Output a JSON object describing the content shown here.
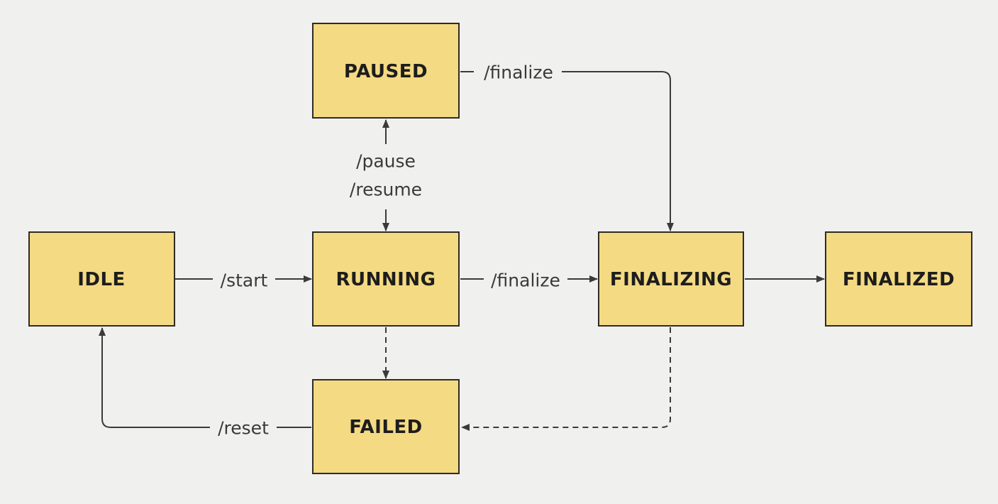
{
  "diagram": {
    "type": "state-machine",
    "colors": {
      "background": "#f0f0ee",
      "node_fill": "#f4da82",
      "node_border": "#2f2b26",
      "node_text": "#1d1d1d",
      "edge_line": "#3a3a3a",
      "edge_text": "#3a3a3a"
    },
    "states": [
      {
        "id": "paused",
        "label": "PAUSED"
      },
      {
        "id": "idle",
        "label": "IDLE"
      },
      {
        "id": "running",
        "label": "RUNNING"
      },
      {
        "id": "finalizing",
        "label": "FINALIZING"
      },
      {
        "id": "finalized",
        "label": "FINALIZED"
      },
      {
        "id": "failed",
        "label": "FAILED"
      }
    ],
    "transitions": [
      {
        "from": "IDLE",
        "to": "RUNNING",
        "label": "/start",
        "style": "solid"
      },
      {
        "from": "RUNNING",
        "to": "PAUSED",
        "label": "/pause",
        "style": "solid"
      },
      {
        "from": "PAUSED",
        "to": "RUNNING",
        "label": "/resume",
        "style": "solid"
      },
      {
        "from": "PAUSED",
        "to": "FINALIZING",
        "label": "/finalize",
        "style": "solid"
      },
      {
        "from": "RUNNING",
        "to": "FINALIZING",
        "label": "/finalize",
        "style": "solid"
      },
      {
        "from": "FINALIZING",
        "to": "FINALIZED",
        "label": "",
        "style": "solid"
      },
      {
        "from": "RUNNING",
        "to": "FAILED",
        "label": "",
        "style": "dashed"
      },
      {
        "from": "FINALIZING",
        "to": "FAILED",
        "label": "",
        "style": "dashed"
      },
      {
        "from": "FAILED",
        "to": "IDLE",
        "label": "/reset",
        "style": "solid"
      }
    ]
  }
}
